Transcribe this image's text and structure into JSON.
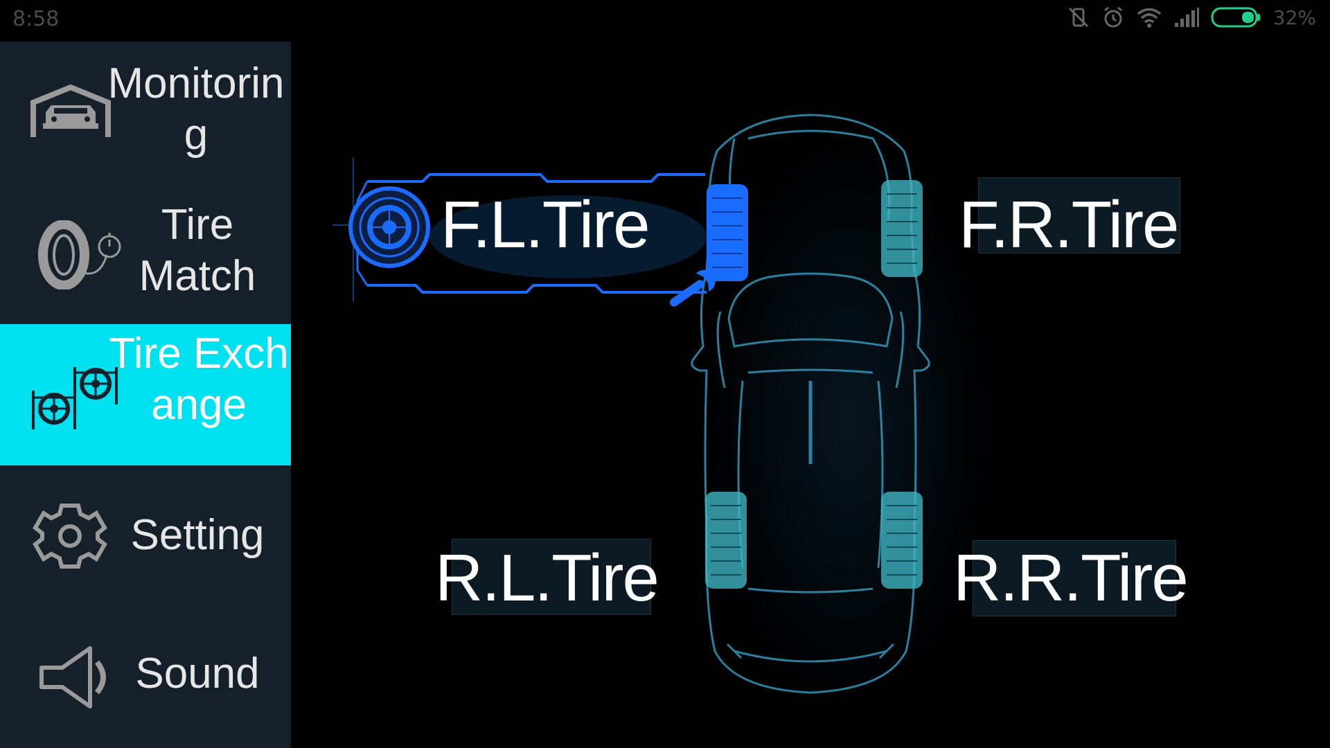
{
  "status_bar": {
    "time": "8:58",
    "battery_percent": "32%",
    "icons": [
      "vibrate-off-icon",
      "alarm-icon",
      "wifi-icon",
      "signal-icon",
      "battery-icon"
    ]
  },
  "sidebar": {
    "items": [
      {
        "label": "Monitoring",
        "icon": "garage-car-icon",
        "active": false
      },
      {
        "label": "Tire Match",
        "icon": "tire-gauge-icon",
        "active": false
      },
      {
        "label": "Tire Exchange",
        "icon": "tire-swap-icon",
        "active": true
      },
      {
        "label": "Setting",
        "icon": "gear-icon",
        "active": false
      },
      {
        "label": "Sound",
        "icon": "speaker-icon",
        "active": false
      }
    ]
  },
  "tires": {
    "front_left": "F.L.Tire",
    "front_right": "F.R.Tire",
    "rear_left": "R.L.Tire",
    "rear_right": "R.R.Tire"
  },
  "colors": {
    "accent": "#00e1f0",
    "sidebar_bg": "#16202a",
    "selected_blue": "#1a6cff",
    "tire_teal": "#3fb3c0"
  }
}
